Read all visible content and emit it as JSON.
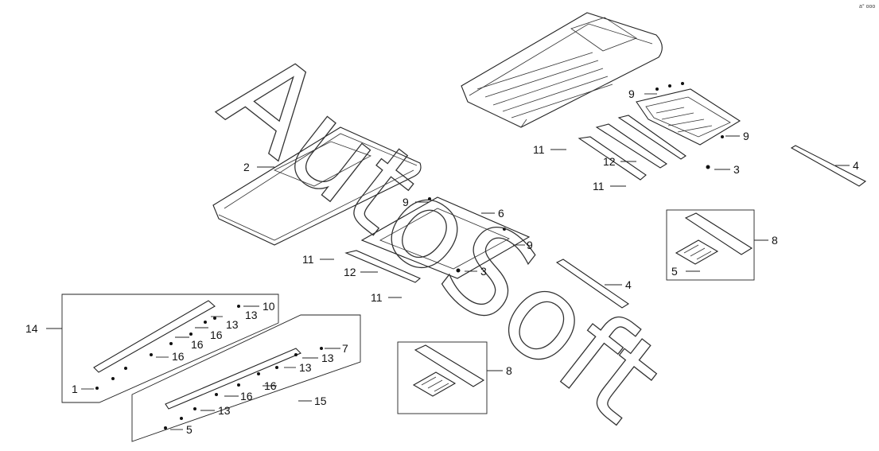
{
  "watermark": "AutoSoft",
  "corner_mark": "a° ooo",
  "callouts": {
    "c1": "1",
    "c2": "2",
    "c3a": "3",
    "c3b": "3",
    "c4a": "4",
    "c4b": "4",
    "c5a": "5",
    "c5b": "5",
    "c6": "6",
    "c7": "7",
    "c8a": "8",
    "c8b": "8",
    "c9a": "9",
    "c9b": "9",
    "c9c": "9",
    "c9d": "9",
    "c10": "10",
    "c11a": "11",
    "c11b": "11",
    "c11c": "11",
    "c11d": "11",
    "c12a": "12",
    "c12b": "12",
    "c13a": "13",
    "c13b": "13",
    "c13c": "13",
    "c13d": "13",
    "c13e": "13",
    "c14": "14",
    "c15": "15",
    "c16a": "16",
    "c16b": "16",
    "c16c": "16",
    "c16d": "16",
    "c16e": "16"
  }
}
